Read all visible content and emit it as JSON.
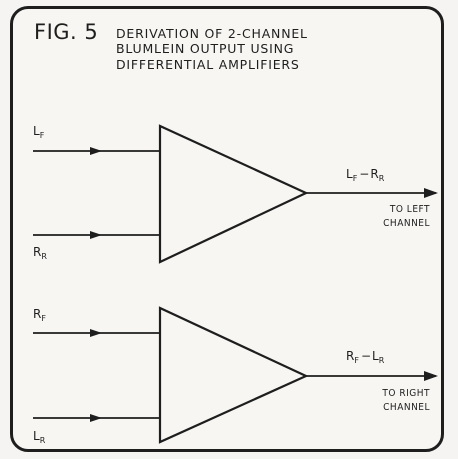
{
  "figure": {
    "label": "FIG. 5",
    "title_lines": [
      "DERIVATION OF 2-CHANNEL",
      "BLUMLEIN OUTPUT USING",
      "DIFFERENTIAL AMPLIFIERS"
    ]
  },
  "amplifiers": [
    {
      "input_top": {
        "main": "L",
        "sub": "F"
      },
      "input_bottom": {
        "main": "R",
        "sub": "R"
      },
      "output": {
        "a_main": "L",
        "a_sub": "F",
        "op": "−",
        "b_main": "R",
        "b_sub": "R"
      },
      "destination": [
        "TO LEFT",
        "CHANNEL"
      ]
    },
    {
      "input_top": {
        "main": "R",
        "sub": "F"
      },
      "input_bottom": {
        "main": "L",
        "sub": "R"
      },
      "output": {
        "a_main": "R",
        "a_sub": "F",
        "op": "−",
        "b_main": "L",
        "b_sub": "R"
      },
      "destination": [
        "TO RIGHT",
        "CHANNEL"
      ]
    }
  ]
}
